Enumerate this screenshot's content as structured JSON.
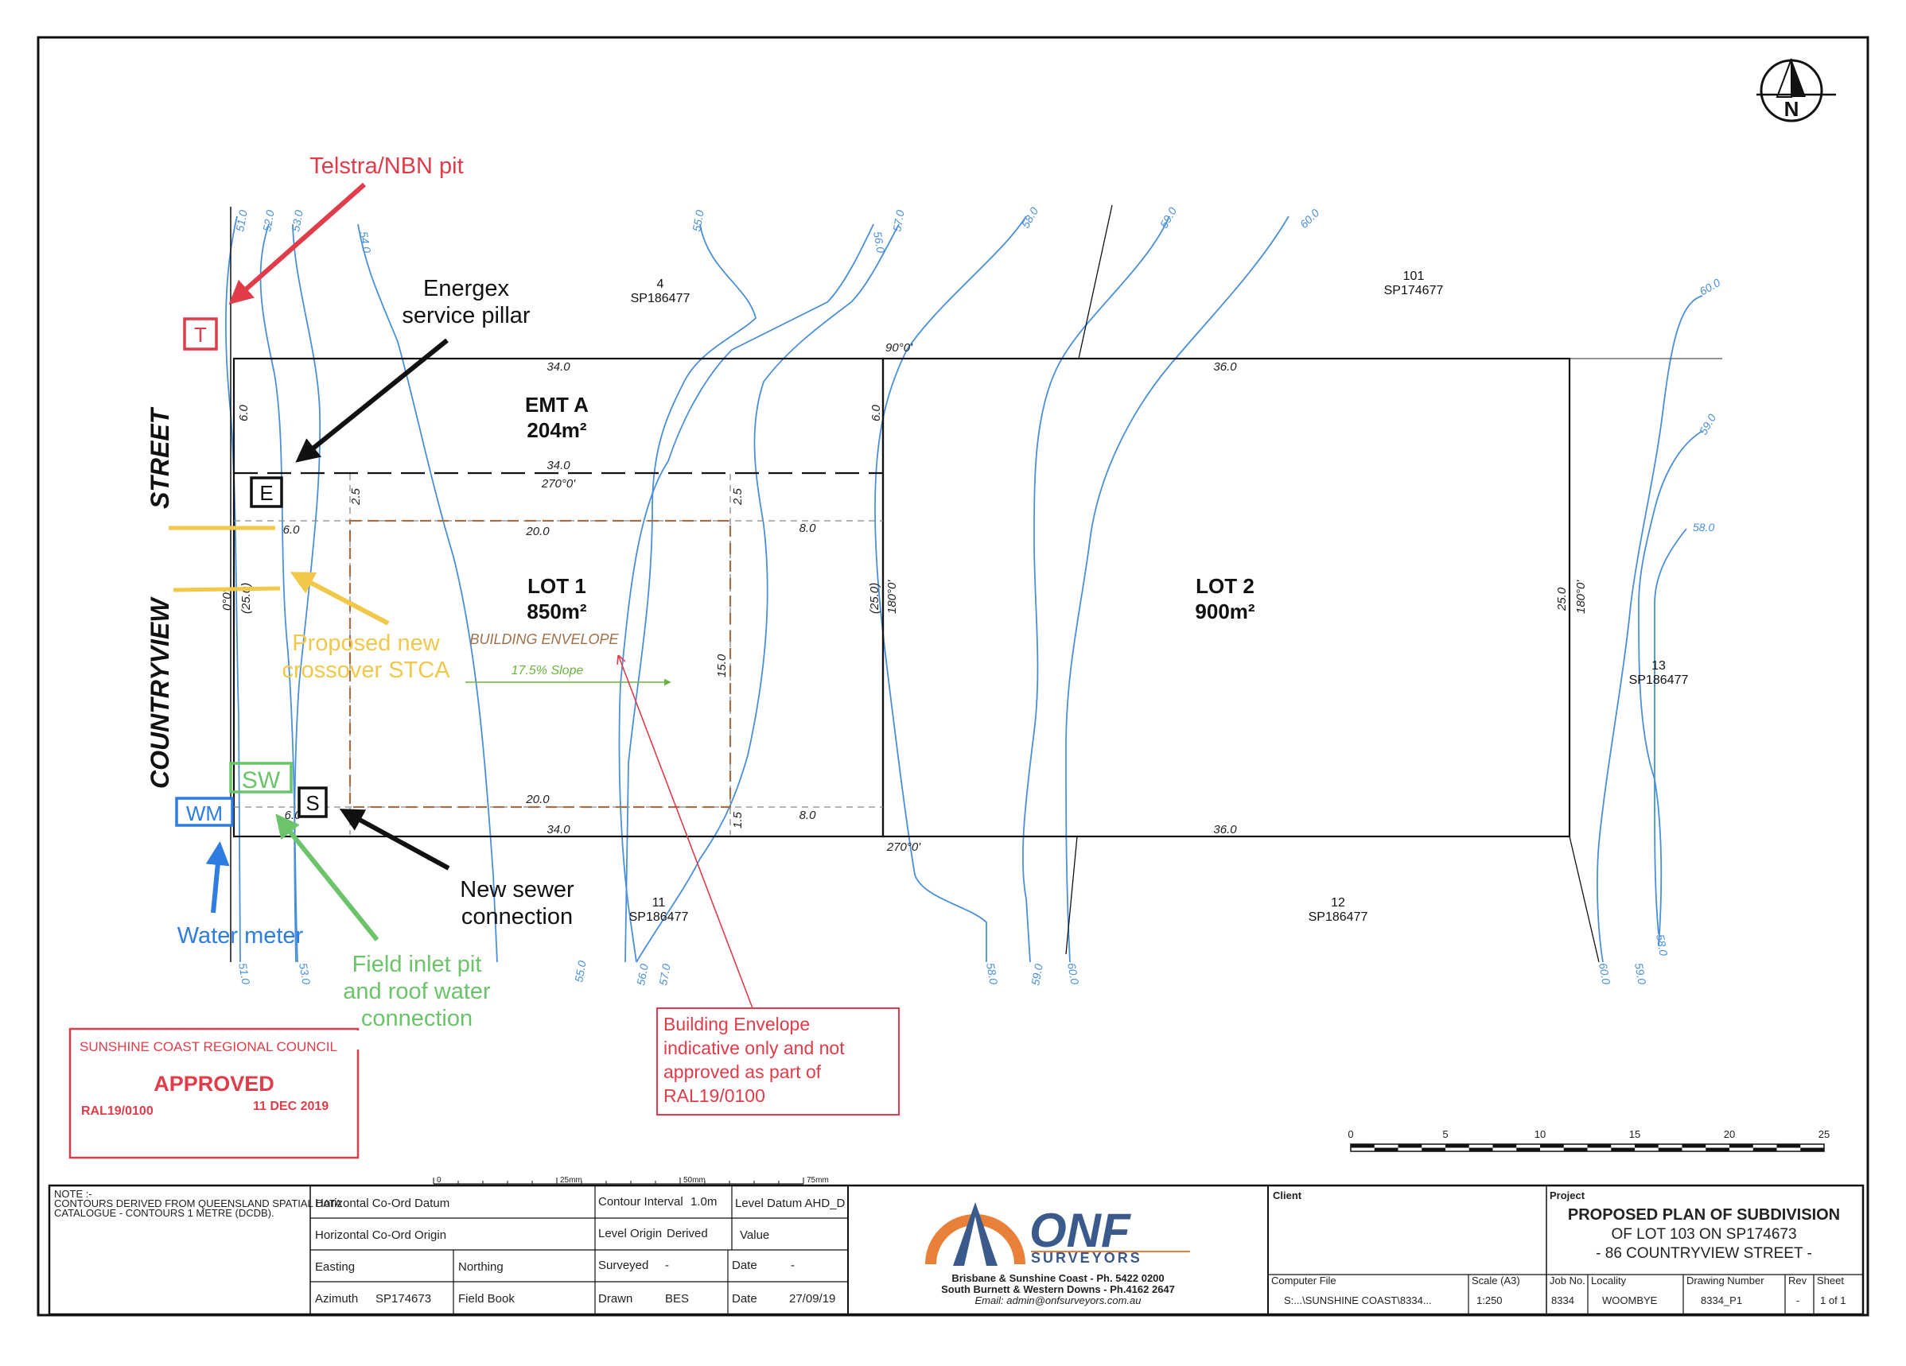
{
  "north": {
    "letter": "N"
  },
  "street": {
    "line1": "STREET",
    "line2": "COUNTRYVIEW"
  },
  "lots": {
    "emt": {
      "name": "EMT A",
      "area": "204m²"
    },
    "lot1": {
      "name": "LOT 1",
      "area": "850m²"
    },
    "lot2": {
      "name": "LOT 2",
      "area": "900m²"
    },
    "building_envelope": "BUILDING ENVELOPE",
    "slope": "17.5% Slope"
  },
  "parcels": [
    {
      "lot": "4",
      "plan": "SP186477"
    },
    {
      "lot": "101",
      "plan": "SP174677"
    },
    {
      "lot": "13",
      "plan": "SP186477"
    },
    {
      "lot": "11",
      "plan": "SP186477"
    },
    {
      "lot": "12",
      "plan": "SP186477"
    }
  ],
  "dimensions": {
    "top_left": "34.0",
    "top_right": "36.0",
    "bearing_top": "90°0'",
    "emt_depth": "34.0",
    "bearing_mid": "270°0'",
    "depth_left": "6.0",
    "depth_mid": "6.0",
    "setback_top_left": "2.5",
    "setback_top_mid": "2.5",
    "env_top_left": "6.0",
    "env_width_top": "20.0",
    "env_side_top": "8.0",
    "env_height": "15.0",
    "bearing_left": "0°0'",
    "width_left": "(25.0)",
    "width_mid": "(25.0)",
    "bearing_mid_v": "180°0'",
    "width_right": "25.0",
    "bearing_right_v": "180°0'",
    "env_width_bottom": "20.0",
    "env_side_bottom": "8.0",
    "setback_bottom": "1.5",
    "bottom_left": "34.0",
    "bottom_right": "36.0",
    "bearing_bottom": "270°0'",
    "small_left": "6.0"
  },
  "contour_labels": {
    "top": [
      "51.0",
      "52.0",
      "53.0",
      "54.0",
      "55.0",
      "56.0",
      "57.0",
      "58.0",
      "59.0",
      "60.0"
    ],
    "bottom": [
      "51.0",
      "53.0",
      "55.0",
      "56.0",
      "57.0",
      "58.0",
      "59.0",
      "60.0",
      "60.0",
      "59.0",
      "58.0"
    ],
    "right": [
      "60.0",
      "59.0",
      "58.0"
    ]
  },
  "markers": {
    "telstra": "T",
    "energex": "E",
    "sewer": "S",
    "stormwater": "SW",
    "water_meter": "WM"
  },
  "annotations": {
    "telstra": "Telstra/NBN pit",
    "energex_line1": "Energex",
    "energex_line2": "service pillar",
    "crossover_line1": "Proposed new",
    "crossover_line2": "crossover STCA",
    "sewer_line1": "New sewer",
    "sewer_line2": "connection",
    "water": "Water meter",
    "field_line1": "Field inlet pit",
    "field_line2": "and roof water",
    "field_line3": "connection",
    "envelope_note": [
      "Building Envelope",
      "indicative only and not",
      "approved as part of",
      "RAL19/0100"
    ]
  },
  "stamp": {
    "council": "SUNSHINE COAST REGIONAL COUNCIL",
    "status": "APPROVED",
    "ref": "RAL19/0100",
    "date": "11 DEC 2019"
  },
  "scale_bar": {
    "ticks": [
      "0",
      "5",
      "10",
      "15",
      "20",
      "25"
    ]
  },
  "mm_ruler": {
    "ticks": [
      "0",
      "25mm",
      "50mm",
      "75mm"
    ]
  },
  "colors": {
    "telstra": "#e03c4a",
    "energex": "#111111",
    "crossover": "#f2c84b",
    "sewer": "#111111",
    "water": "#2f7de1",
    "field": "#6cc46a",
    "envelope_note": "#e03c4a",
    "contour": "#4a90d9",
    "envelope": "#a0704a"
  },
  "title_block": {
    "note": [
      "NOTE :-",
      "CONTOURS DERIVED FROM QUEENSLAND SPATIAL DATA",
      "CATALOGUE - CONTOURS 1 METRE (DCDB)."
    ],
    "h_datum": "Horizontal Co-Ord Datum",
    "h_origin": "Horizontal Co-Ord Origin",
    "easting": "Easting",
    "northing": "Northing",
    "azimuth_label": "Azimuth",
    "azimuth": "SP174673",
    "field_book": "Field Book",
    "contour_interval_label": "Contour Interval",
    "contour_interval": "1.0m",
    "level_datum": "Level Datum AHD_D",
    "level_origin_label": "Level Origin",
    "level_origin": "Derived",
    "value": "Value",
    "surveyed_label": "Surveyed",
    "surveyed": "-",
    "date_label": "Date",
    "date_surveyed": "-",
    "drawn_label": "Drawn",
    "drawn": "BES",
    "drawn_date_label": "Date",
    "drawn_date": "27/09/19",
    "logo_text": "ONF",
    "logo_sub": "SURVEYORS",
    "contact_1": "Brisbane & Sunshine Coast - Ph. 5422 0200",
    "contact_2": "South Burnett & Western Downs - Ph.4162 2647",
    "email": "Email: admin@onfsurveyors.com.au",
    "client_label": "Client",
    "project_label": "Project",
    "project_1": "PROPOSED PLAN OF SUBDIVISION",
    "project_2": "OF LOT 103 ON SP174673",
    "project_3": "- 86 COUNTRYVIEW STREET -",
    "computer_file_label": "Computer File",
    "computer_file": "S:...\\SUNSHINE COAST\\8334...",
    "scale_label": "Scale (A3)",
    "scale": "1:250",
    "job_label": "Job No.",
    "job": "8334",
    "locality_label": "Locality",
    "locality": "WOOMBYE",
    "drawing_label": "Drawing Number",
    "drawing": "8334_P1",
    "rev_label": "Rev",
    "rev": "-",
    "sheet_label": "Sheet",
    "sheet": "1 of 1"
  }
}
